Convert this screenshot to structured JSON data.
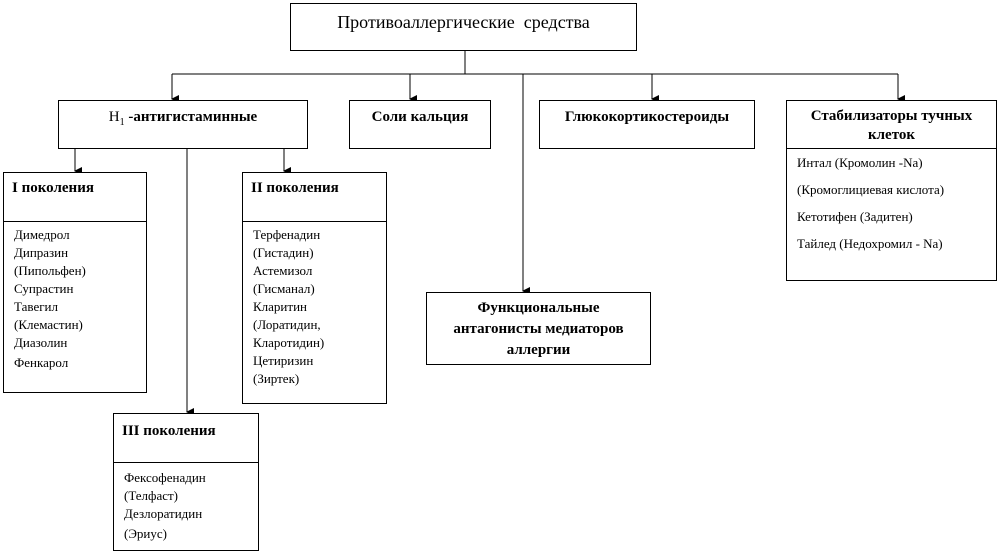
{
  "root": {
    "title": "Противоаллергические  средства"
  },
  "categories": {
    "h1": {
      "title_main": "H",
      "title_sub": "1",
      "title_rest": " -антигистаминные"
    },
    "calcium": {
      "title": "Соли кальция"
    },
    "gluco": {
      "title": "Глюкокортикостероиды"
    },
    "stabilizers": {
      "title": "Стабилизаторы тучных клеток",
      "items": [
        "Интал (Кромолин -Na)",
        "(Кромоглициевая кислота)",
        "Кетотифен (Задитен)",
        "Тайлед (Недохромил  - Na)"
      ]
    },
    "functional": {
      "title": "Функциональные антагонисты медиаторов аллергии"
    }
  },
  "generations": {
    "gen1": {
      "title": "I поколения",
      "items": [
        "Димедрол",
        "Дипразин",
        "(Пипольфен)",
        "Супрастин",
        "Тавегил",
        "(Клемастин)",
        "Диазолин",
        "Фенкарол"
      ]
    },
    "gen2": {
      "title": "II поколения",
      "items": [
        "Терфенадин",
        "(Гистадин)",
        "Астемизол",
        "(Гисманал)",
        "Кларитин",
        "(Лоратидин,",
        "Кларотидин)",
        "Цетиризин",
        "(Зиртек)"
      ]
    },
    "gen3": {
      "title": "III поколения",
      "items": [
        "Фексофенадин",
        "(Телфаст)",
        "Дезлоратидин",
        "(Эриус)"
      ]
    }
  }
}
